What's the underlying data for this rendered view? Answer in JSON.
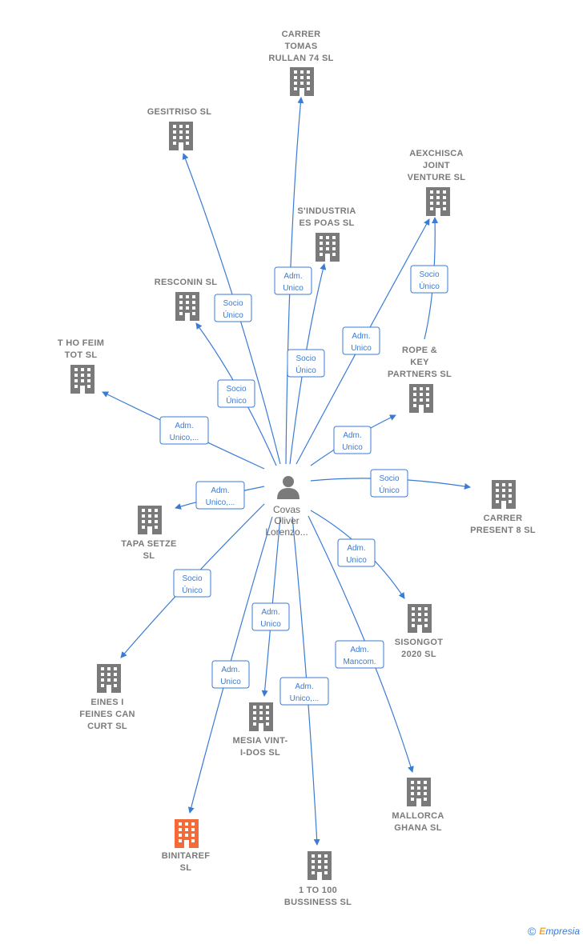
{
  "center": {
    "lines": [
      "Covas",
      "Oliver",
      "Lorenzo..."
    ],
    "icon": "person-icon"
  },
  "colors": {
    "edge": "#3a7bd5",
    "building": "#7a7a7a",
    "highlight": "#f26b38"
  },
  "nodes": [
    {
      "id": "carrer-tomas",
      "lines": [
        "CARRER",
        "TOMAS",
        "RULLAN 74  SL"
      ],
      "icon": "building-icon"
    },
    {
      "id": "gesitriso",
      "lines": [
        "GESITRISO  SL"
      ],
      "icon": "building-icon"
    },
    {
      "id": "aexchisca",
      "lines": [
        "AEXCHISCA",
        "JOINT",
        "VENTURE  SL"
      ],
      "icon": "building-icon"
    },
    {
      "id": "sindustria",
      "lines": [
        "S'INDUSTRIA",
        "ES POAS  SL"
      ],
      "icon": "building-icon"
    },
    {
      "id": "resconin",
      "lines": [
        "RESCONIN  SL"
      ],
      "icon": "building-icon"
    },
    {
      "id": "thofeim",
      "lines": [
        "T HO FEIM",
        "TOT  SL"
      ],
      "icon": "building-icon"
    },
    {
      "id": "rope",
      "lines": [
        "ROPE &",
        "KEY",
        "PARTNERS  SL"
      ],
      "icon": "building-icon"
    },
    {
      "id": "carrer-present",
      "lines": [
        "CARRER",
        "PRESENT 8  SL"
      ],
      "icon": "building-icon"
    },
    {
      "id": "tapa",
      "lines": [
        "TAPA SETZE",
        "SL"
      ],
      "icon": "building-icon"
    },
    {
      "id": "sisongot",
      "lines": [
        "SISONGOT",
        "2020  SL"
      ],
      "icon": "building-icon"
    },
    {
      "id": "eines",
      "lines": [
        "EINES I",
        "FEINES CAN",
        "CURT  SL"
      ],
      "icon": "building-icon"
    },
    {
      "id": "mesia",
      "lines": [
        "MESIA VINT-",
        "I-DOS  SL"
      ],
      "icon": "building-icon"
    },
    {
      "id": "mallorca",
      "lines": [
        "MALLORCA",
        "GHANA  SL"
      ],
      "icon": "building-icon"
    },
    {
      "id": "binitaref",
      "lines": [
        "BINITAREF",
        "SL"
      ],
      "icon": "building-icon",
      "highlight": true
    },
    {
      "id": "onetohundred",
      "lines": [
        "1 TO 100",
        "BUSSINESS  SL"
      ],
      "icon": "building-icon"
    }
  ],
  "edges": [
    {
      "to": "carrer-tomas",
      "label": [
        "Adm.",
        "Unico"
      ]
    },
    {
      "to": "gesitriso",
      "label": [
        "Socio",
        "Único"
      ]
    },
    {
      "to": "aexchisca",
      "label": [
        "Adm.",
        "Unico"
      ]
    },
    {
      "to": "sindustria",
      "label": [
        "Socio",
        "Único"
      ]
    },
    {
      "to": "resconin",
      "label": [
        "Socio",
        "Único"
      ]
    },
    {
      "to": "thofeim",
      "label": [
        "Adm.",
        "Unico,..."
      ]
    },
    {
      "to": "rope",
      "label": [
        "Adm.",
        "Unico"
      ]
    },
    {
      "from": "rope",
      "to": "aexchisca",
      "label": [
        "Socio",
        "Único"
      ]
    },
    {
      "to": "carrer-present",
      "label": [
        "Socio",
        "Único"
      ]
    },
    {
      "to": "tapa",
      "label": [
        "Adm.",
        "Unico,..."
      ]
    },
    {
      "to": "sisongot",
      "label": [
        "Adm.",
        "Unico"
      ]
    },
    {
      "to": "eines",
      "label": [
        "Socio",
        "Único"
      ]
    },
    {
      "to": "mesia",
      "label": [
        "Adm.",
        "Unico"
      ]
    },
    {
      "to": "mallorca",
      "label": [
        "Adm.",
        "Mancom."
      ]
    },
    {
      "to": "binitaref",
      "label": [
        "Adm.",
        "Unico"
      ]
    },
    {
      "to": "onetohundred",
      "label": [
        "Adm.",
        "Unico,..."
      ]
    }
  ],
  "footer": {
    "copyright": "©",
    "brand_first": "E",
    "brand_rest": "mpresia"
  }
}
